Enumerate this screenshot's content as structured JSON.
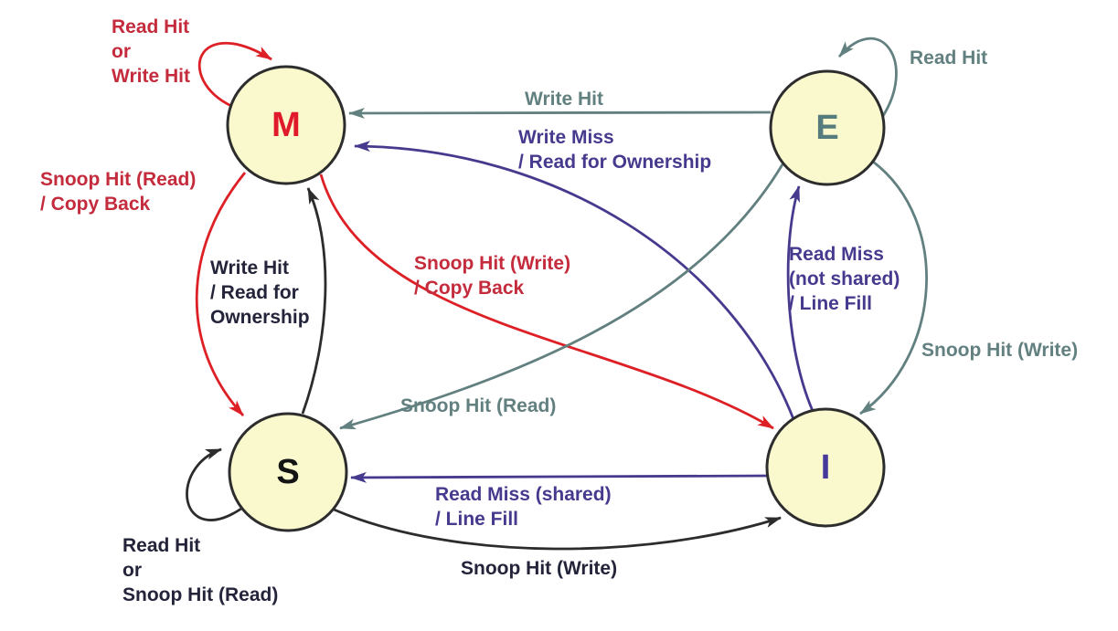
{
  "diagram": {
    "type": "state-machine",
    "states": [
      {
        "id": "M",
        "label": "M"
      },
      {
        "id": "E",
        "label": "E"
      },
      {
        "id": "S",
        "label": "S"
      },
      {
        "id": "I",
        "label": "I"
      }
    ],
    "transitions": [
      {
        "id": "m-self",
        "from": "M",
        "to": "M",
        "label": "Read Hit\nor\nWrite Hit",
        "color": "red"
      },
      {
        "id": "e-self",
        "from": "E",
        "to": "E",
        "label": "Read Hit",
        "color": "slate"
      },
      {
        "id": "e-to-m",
        "from": "E",
        "to": "M",
        "label": "Write Hit",
        "color": "slate"
      },
      {
        "id": "i-to-m",
        "from": "I",
        "to": "M",
        "label": "Write Miss\n/ Read for Ownership",
        "color": "purple"
      },
      {
        "id": "m-to-s",
        "from": "M",
        "to": "S",
        "label": "Snoop Hit (Read)\n/ Copy Back",
        "color": "red"
      },
      {
        "id": "s-to-m",
        "from": "S",
        "to": "M",
        "label": "Write Hit\n/ Read for\nOwnership",
        "color": "black"
      },
      {
        "id": "m-to-i",
        "from": "M",
        "to": "I",
        "label": "Snoop Hit (Write)\n/ Copy Back",
        "color": "red"
      },
      {
        "id": "e-to-s",
        "from": "E",
        "to": "S",
        "label": "Snoop Hit (Read)",
        "color": "slate"
      },
      {
        "id": "i-to-e",
        "from": "I",
        "to": "E",
        "label": "Read Miss\n(not shared)\n/ Line Fill",
        "color": "purple"
      },
      {
        "id": "e-to-i",
        "from": "E",
        "to": "I",
        "label": "Snoop Hit (Write)",
        "color": "slate"
      },
      {
        "id": "i-to-s",
        "from": "I",
        "to": "S",
        "label": "Read Miss (shared)\n/ Line Fill",
        "color": "purple"
      },
      {
        "id": "s-to-i",
        "from": "S",
        "to": "I",
        "label": "Snoop Hit (Write)",
        "color": "black"
      },
      {
        "id": "s-self",
        "from": "S",
        "to": "S",
        "label": "Read Hit\nor\nSnoop Hit (Read)",
        "color": "black"
      }
    ]
  },
  "colors": {
    "state_fill": "#f9f9cd",
    "state_stroke": "#2d2d2d",
    "red_arrow": "#dd2026",
    "crimson_text": "#c42b3c",
    "slate": "#62807f",
    "purple": "#453a8e",
    "black_arrow": "#2c2c2c",
    "dark_text": "#23233a",
    "m_letter": "#e01a2b",
    "e_letter": "#567c7d",
    "s_letter": "#141414",
    "i_letter": "#453a9b"
  }
}
